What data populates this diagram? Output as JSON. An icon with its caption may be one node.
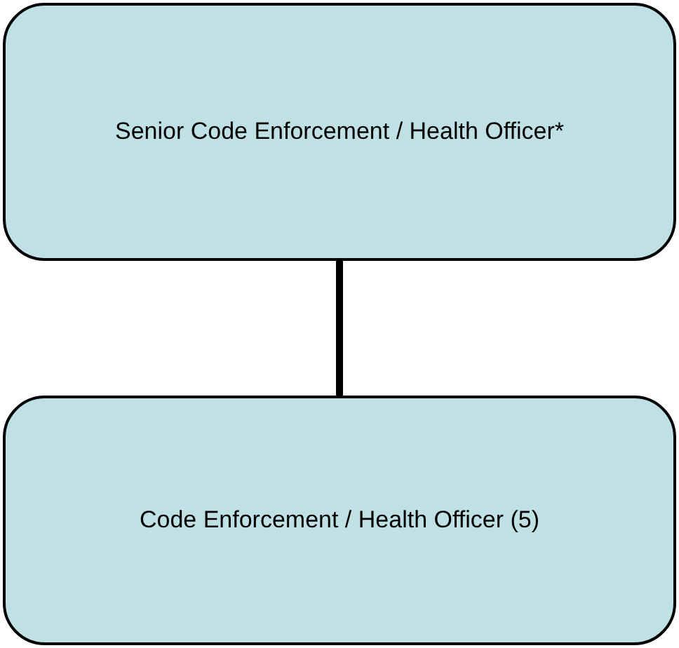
{
  "diagram": {
    "nodes": [
      {
        "text": [
          "Senior Code Enforcement / Health Officer*"
        ]
      },
      {
        "text": [
          "Code Enforcement / Health Officer (5)"
        ]
      }
    ],
    "edges": [
      {
        "from": 0,
        "to": 1,
        "arrow": "none"
      }
    ]
  }
}
